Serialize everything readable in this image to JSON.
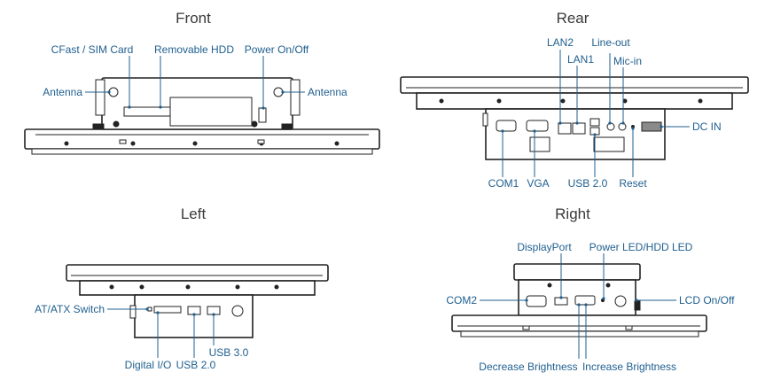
{
  "views": {
    "front": {
      "title": "Front",
      "labels": {
        "cfast": "CFast / SIM Card",
        "hdd": "Removable HDD",
        "power": "Power On/Off",
        "antenna_left": "Antenna",
        "antenna_right": "Antenna"
      }
    },
    "rear": {
      "title": "Rear",
      "labels": {
        "lan2": "LAN2",
        "lan1": "LAN1",
        "lineout": "Line-out",
        "micin": "Mic-in",
        "dcin": "DC IN",
        "com1": "COM1",
        "vga": "VGA",
        "usb20": "USB 2.0",
        "reset": "Reset"
      }
    },
    "left": {
      "title": "Left",
      "labels": {
        "atatx": "AT/ATX Switch",
        "dio": "Digital I/O",
        "usb20": "USB 2.0",
        "usb30": "USB 3.0"
      }
    },
    "right": {
      "title": "Right",
      "labels": {
        "displayport": "DisplayPort",
        "powerled": "Power LED/HDD LED",
        "com2": "COM2",
        "lcd": "LCD On/Off",
        "decbright": "Decrease Brightness",
        "incbright": "Increase Brightness"
      }
    }
  }
}
